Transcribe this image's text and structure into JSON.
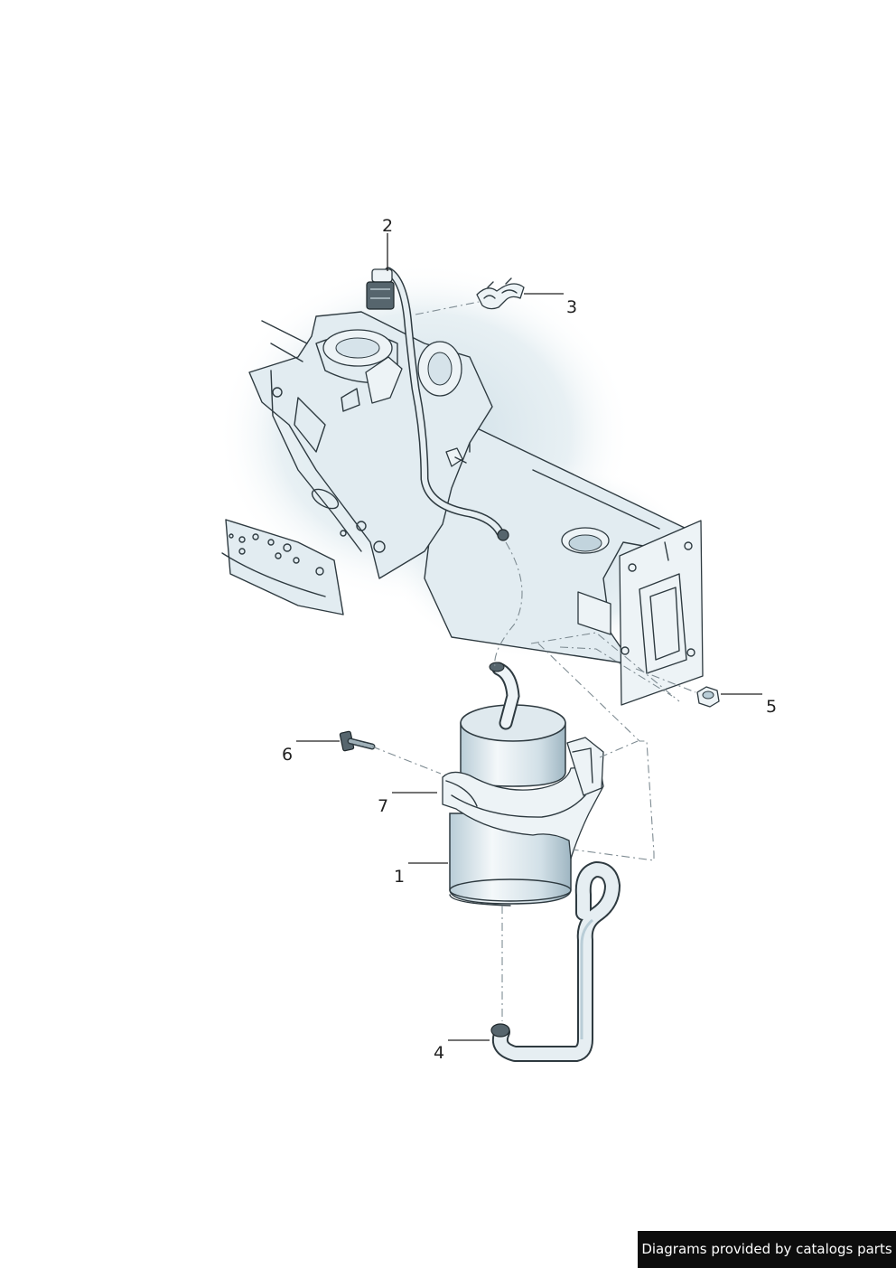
{
  "callouts": [
    {
      "id": "1",
      "label": "1"
    },
    {
      "id": "2",
      "label": "2"
    },
    {
      "id": "3",
      "label": "3"
    },
    {
      "id": "4",
      "label": "4"
    },
    {
      "id": "5",
      "label": "5"
    },
    {
      "id": "6",
      "label": "6"
    },
    {
      "id": "7",
      "label": "7"
    }
  ],
  "credit": {
    "text": "Diagrams provided by catalogs parts"
  },
  "colors": {
    "shade": "#c9dbe4",
    "line": "#2e3a40",
    "dash": "#7f8c93",
    "credit_bg": "#0d0d0d"
  }
}
